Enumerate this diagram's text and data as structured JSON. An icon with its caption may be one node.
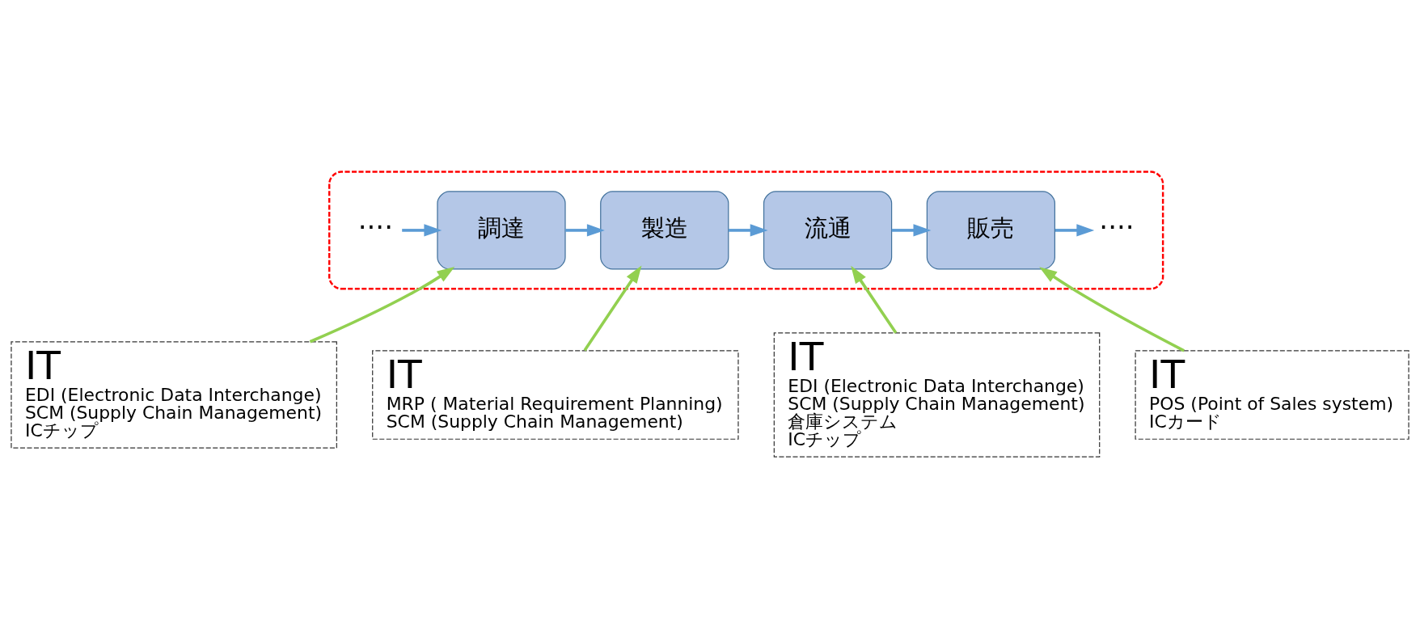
{
  "diagram": {
    "nodes": [
      {
        "text": [],
        "shape": "box"
      },
      {
        "text": [
          "····"
        ],
        "in": 0
      },
      {
        "text": [
          "調達"
        ],
        "in": 0
      },
      {
        "text": [
          "製造"
        ],
        "in": 0
      },
      {
        "text": [
          "流通"
        ],
        "in": 0
      },
      {
        "text": [
          "販売"
        ],
        "in": 0
      },
      {
        "text": [
          "····"
        ],
        "in": 0
      },
      {
        "text": [
          "IT",
          "EDI (Electronic Data Interchange)",
          "SCM (Supply Chain Management)",
          "ICチップ"
        ]
      },
      {
        "text": [
          "IT",
          "MRP ( Material Requirement Planning)",
          "SCM (Supply Chain Management)"
        ]
      },
      {
        "text": [
          "IT",
          "EDI (Electronic Data Interchange)",
          "SCM (Supply Chain Management)",
          "倉庫システム",
          "ICチップ"
        ]
      },
      {
        "text": [
          "IT",
          "POS (Point of Sales system)",
          "ICカード"
        ]
      }
    ],
    "edges": [
      {
        "from": 1,
        "to": 2,
        "arrow": "to"
      },
      {
        "from": 2,
        "to": 3,
        "arrow": "to"
      },
      {
        "from": 3,
        "to": 4,
        "arrow": "to"
      },
      {
        "from": 4,
        "to": 5,
        "arrow": "to"
      },
      {
        "from": 5,
        "to": 6,
        "arrow": "to"
      },
      {
        "from": 7,
        "to": 2,
        "arrow": "to",
        "color": "#92d050"
      },
      {
        "from": 8,
        "to": 3,
        "arrow": "to",
        "color": "#92d050"
      },
      {
        "from": 9,
        "to": 4,
        "arrow": "to",
        "color": "#92d050"
      },
      {
        "from": 10,
        "to": 5,
        "arrow": "to",
        "color": "#92d050"
      }
    ]
  }
}
